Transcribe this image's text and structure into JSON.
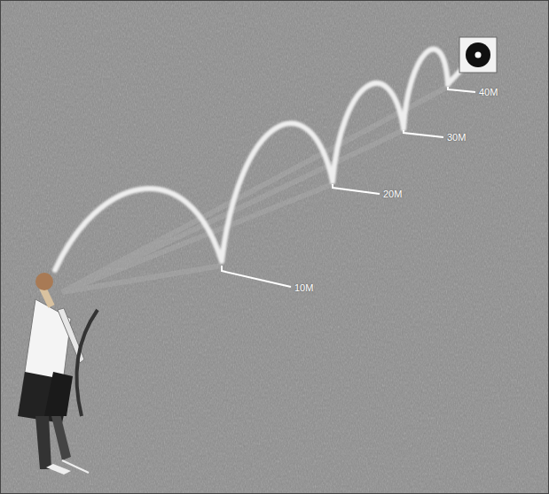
{
  "diagram": {
    "labels": [
      "10M",
      "20M",
      "30M",
      "40M"
    ]
  }
}
